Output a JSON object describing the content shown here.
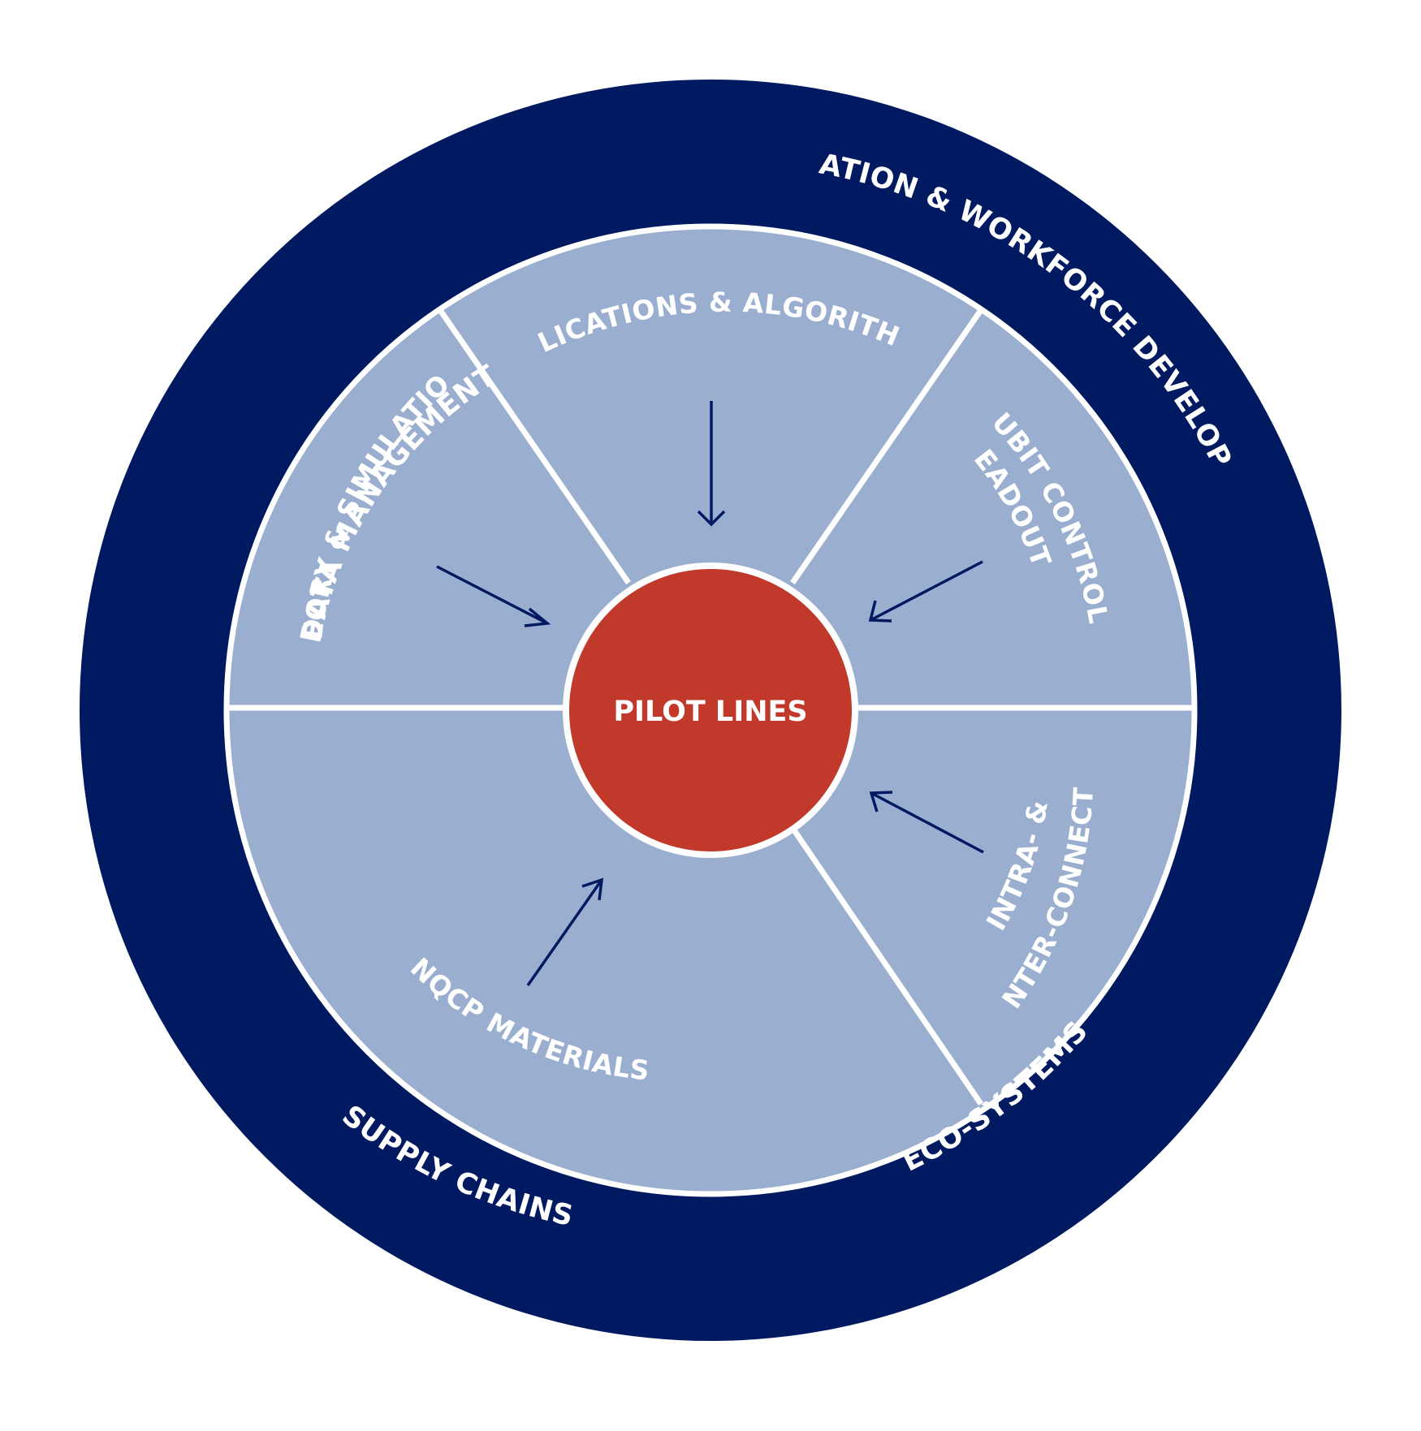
{
  "colors": {
    "outer_ring": "#001a62",
    "inner_ring": "#9aaed0",
    "core": "#c0392b",
    "divider": "#ffffff",
    "arrow": "#001a62",
    "text": "#ffffff"
  },
  "center": {
    "label": "PILOT LINES"
  },
  "outer": {
    "data_management": "DATA MANAGEMENT",
    "education": "EDUCATION & WORKFORCE DEVELOPMENT",
    "supply_chains": "SUPPLY CHAINS",
    "eco_systems": "ECO-SYSTEMS"
  },
  "inner": {
    "applications": "APPLICATIONS & ALGORITHMS",
    "theory": "THEORY & SIMULATION",
    "qubit_line1": "QUBIT CONTROL &",
    "qubit_line2": "READOUT",
    "materials": "NQCP MATERIALS",
    "intra_line1": "INTRA- &",
    "intra_line2": "INTER-CONNECTS"
  }
}
